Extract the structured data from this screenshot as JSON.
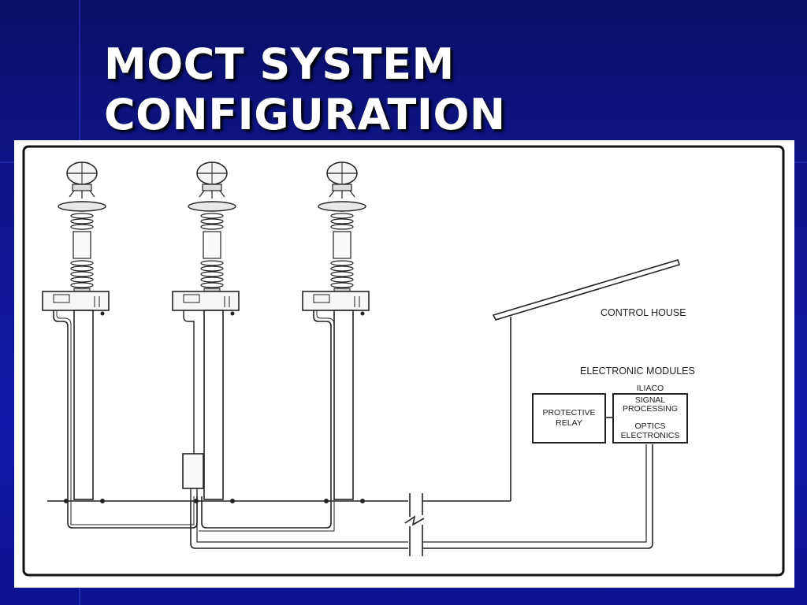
{
  "slide": {
    "title_line1": "MOCT SYSTEM",
    "title_line2": "CONFIGURATION"
  },
  "diagram": {
    "control_house_label": "CONTROL HOUSE",
    "electronic_modules_label": "ELECTRONIC MODULES",
    "protective_relay_line1": "PROTECTIVE",
    "protective_relay_line2": "RELAY",
    "module_line1": "ILIACO",
    "module_line2": "SIGNAL",
    "module_line3": "PROCESSING",
    "module_line4": "OPTICS",
    "module_line5": "ELECTRONICS"
  }
}
